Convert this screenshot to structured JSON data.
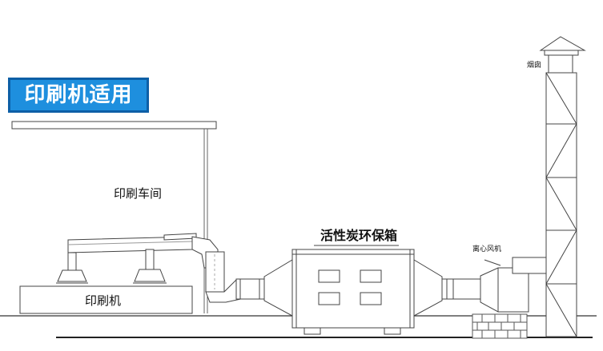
{
  "banner": {
    "title": "印刷机适用"
  },
  "labels": {
    "workshop": "印刷车间",
    "printer": "印刷机",
    "carbon_box": "活性炭环保箱",
    "fan": "离心风机",
    "chimney": "烟囱"
  },
  "colors": {
    "banner_bg": "#1e8fde",
    "banner_border": "#0d5fa6",
    "line": "#444444"
  }
}
